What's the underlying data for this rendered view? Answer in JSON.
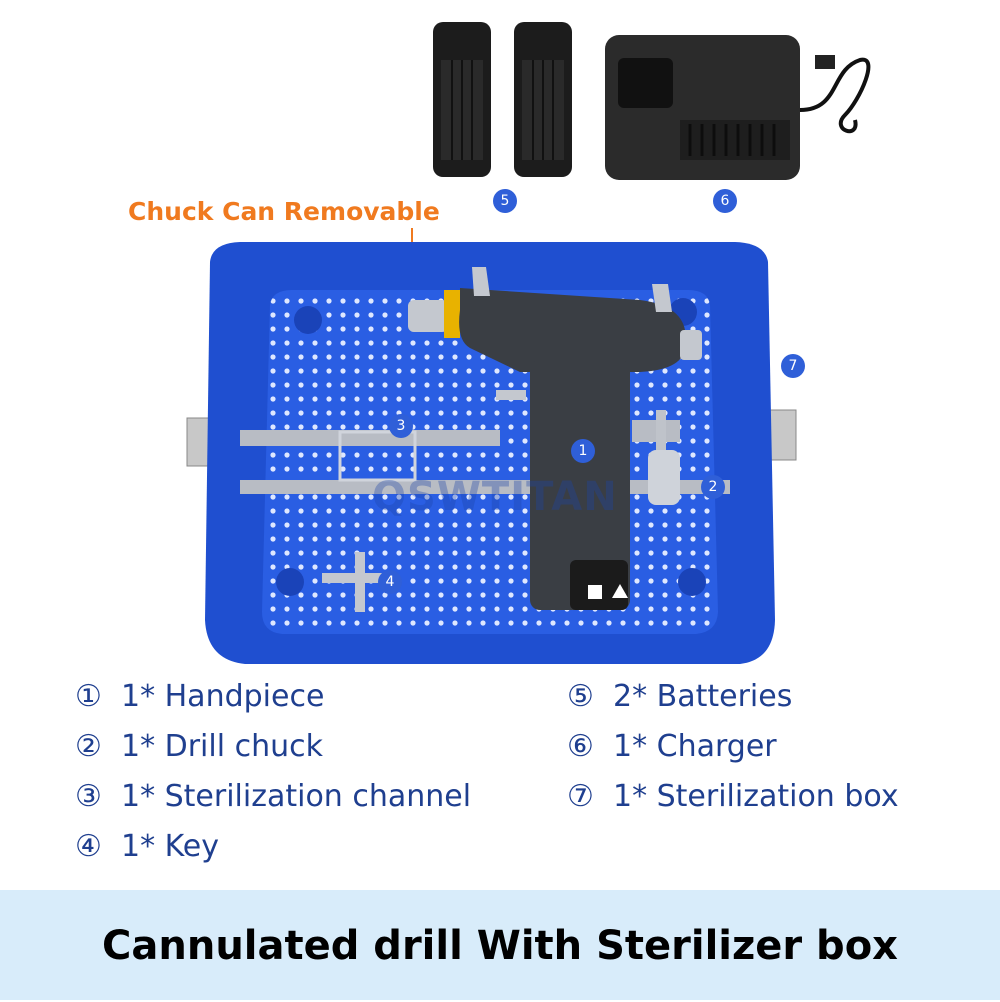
{
  "callout": "Chuck Can Removable",
  "watermark": "QSWTITAN",
  "markers": [
    "1",
    "2",
    "3",
    "4",
    "5",
    "6",
    "7"
  ],
  "items": [
    {
      "num": "①",
      "label": "1* Handpiece"
    },
    {
      "num": "②",
      "label": "1* Drill chuck"
    },
    {
      "num": "③",
      "label": "1* Sterilization channel"
    },
    {
      "num": "④",
      "label": "1* Key"
    },
    {
      "num": "⑤",
      "label": "2* Batteries"
    },
    {
      "num": "⑥",
      "label": "1* Charger"
    },
    {
      "num": "⑦",
      "label": "1* Sterilization box"
    }
  ],
  "banner": "Cannulated drill With Sterilizer box",
  "colors": {
    "tray": "#1f4fd0",
    "accent_orange": "#f07a1f",
    "list_text": "#1f3f8f",
    "banner_bg": "#d8ecfa"
  }
}
